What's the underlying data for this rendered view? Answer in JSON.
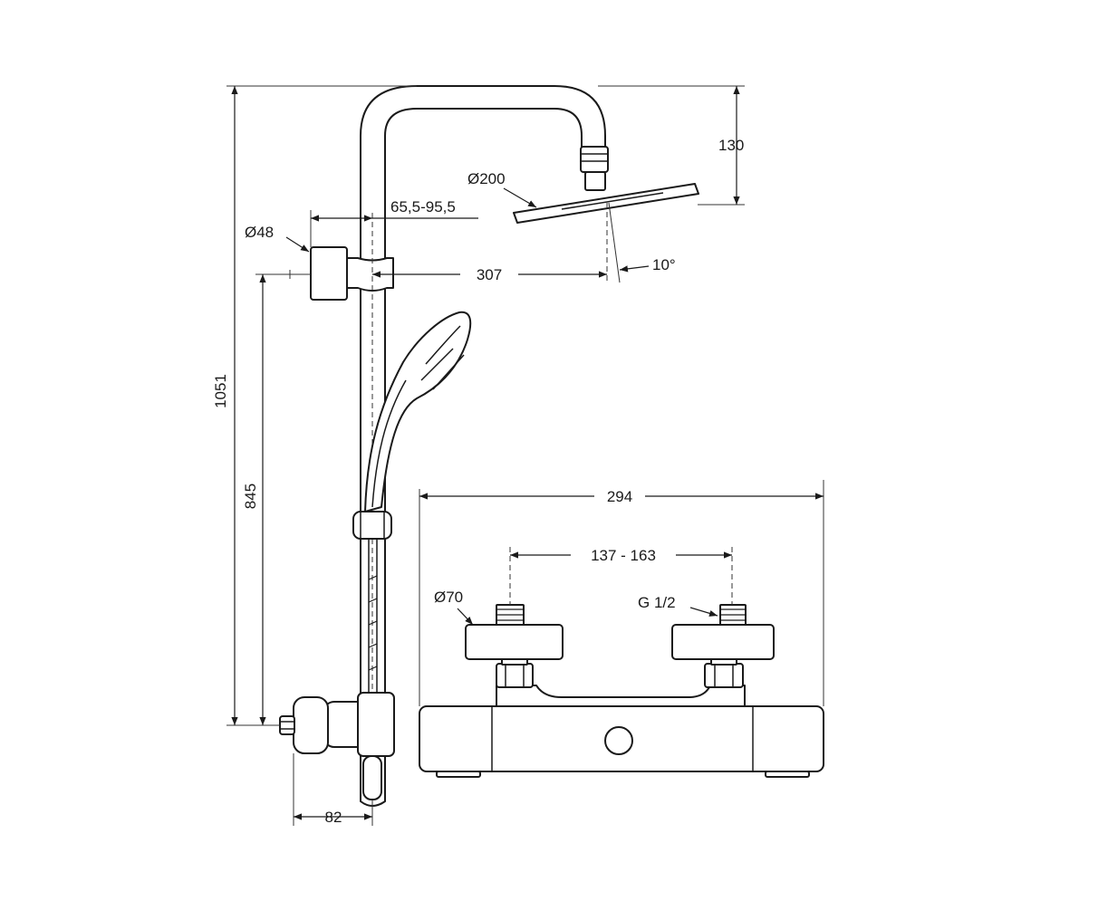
{
  "dimensions": {
    "total_height": "1051",
    "outlet_height": "845",
    "head_drop": "130",
    "head_diameter": "Ø200",
    "bracket_diameter": "Ø48",
    "bracket_range": "65,5-95,5",
    "arm_reach": "307",
    "head_angle": "10°",
    "wall_depth": "82",
    "body_width": "294",
    "inlet_spacing": "137 - 163",
    "cover_diameter": "Ø70",
    "thread_size": "G 1/2"
  }
}
